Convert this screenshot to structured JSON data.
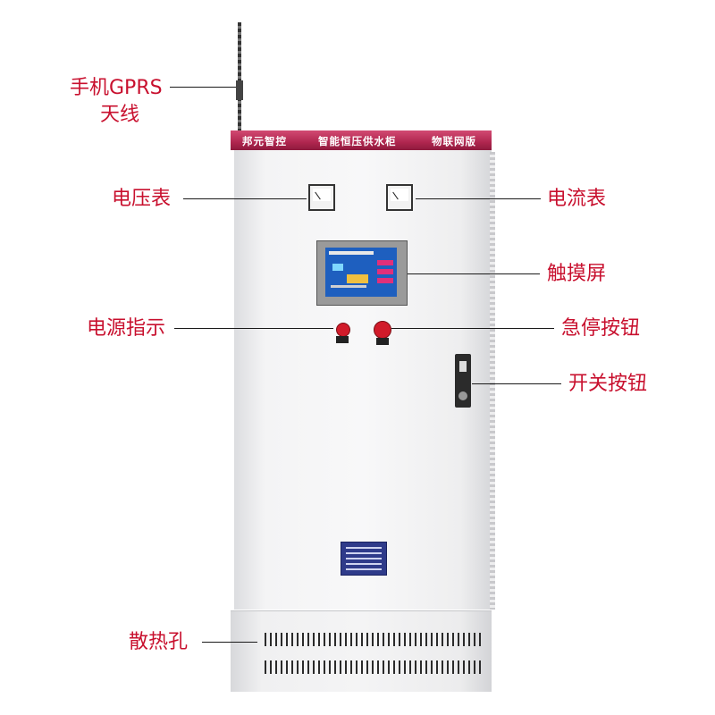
{
  "cabinet": {
    "header_brand": "邦元智控",
    "header_title": "智能恒压供水柜",
    "header_edition": "物联网版"
  },
  "labels": {
    "antenna_line1": "手机GPRS",
    "antenna_line2": "天线",
    "voltmeter": "电压表",
    "ammeter": "电流表",
    "touchscreen": "触摸屏",
    "power_indicator": "电源指示",
    "emergency_stop": "急停按钮",
    "power_switch": "开关按钮",
    "vent": "散热孔"
  },
  "colors": {
    "label": "#c8102e",
    "header": "#b0264f",
    "cabinet": "#f4f4f5"
  }
}
